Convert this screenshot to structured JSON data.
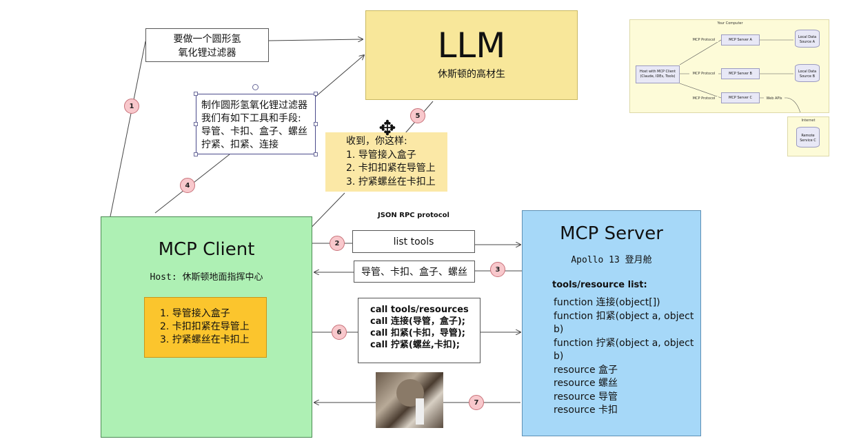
{
  "llm": {
    "title": "LLM",
    "subtitle": "休斯顿的高材生"
  },
  "question": {
    "line1": "要做一个圆形氢",
    "line2": "氧化锂过滤器"
  },
  "prompt": {
    "lines": [
      "制作圆形氢氧化锂过滤器",
      "我们有如下工具和手段:",
      "导管、卡扣、盒子、螺丝",
      "拧紧、扣紧、连接"
    ]
  },
  "response": {
    "lines": [
      "收到，你这样:",
      "1. 导管接入盒子",
      "2. 卡扣扣紧在导管上",
      "3. 拧紧螺丝在卡扣上"
    ]
  },
  "client": {
    "title": "MCP Client",
    "host": "Host: 休斯顿地面指挥中心",
    "steps": [
      "1. 导管接入盒子",
      "2. 卡扣扣紧在导管上",
      "3. 拧紧螺丝在卡扣上"
    ]
  },
  "server": {
    "title": "MCP Server",
    "subtitle": "Apollo 13 登月舱",
    "list_heading": "tools/resource list:",
    "items": [
      "function 连接(object[])",
      "function 扣紧(object a, object b)",
      "function 拧紧(object a, object b)",
      "resource 盒子",
      "resource 螺丝",
      "resource 导管",
      "resource 卡扣"
    ]
  },
  "rpc_label": "JSON RPC protocol",
  "list_tools": "list tools",
  "tools_response": "导管、卡扣、盒子、螺丝",
  "calls": [
    "call tools/resources",
    "call 连接(导管，盒子);",
    "call 扣紧(卡扣，导管);",
    "call 拧紧(螺丝,卡扣);"
  ],
  "steps": [
    "1",
    "2",
    "3",
    "4",
    "5",
    "6",
    "7"
  ],
  "mini_diagram": {
    "computer_label": "Your Computer",
    "host": "Host with MCP Client (Claude, IDEs, Tools)",
    "protocol_a": "MCP Protocol",
    "protocol_b": "MCP Protocol",
    "protocol_c": "MCP Protocol",
    "server_a": "MCP Server A",
    "server_b": "MCP Server B",
    "server_c": "MCP Server C",
    "source_a": "Local Data Source A",
    "source_b": "Local Data Source B",
    "web_apis": "Web APIs",
    "internet_label": "Internet",
    "remote": "Remote Service C"
  },
  "colors": {
    "llm": "#f8e79a",
    "client": "#aef0b4",
    "server": "#a6d8f8",
    "steps_box": "#fbc52d",
    "response": "#fbe8a6",
    "badge": "#f8c8cc"
  },
  "icons": {
    "cursor": "move-cursor-icon"
  }
}
